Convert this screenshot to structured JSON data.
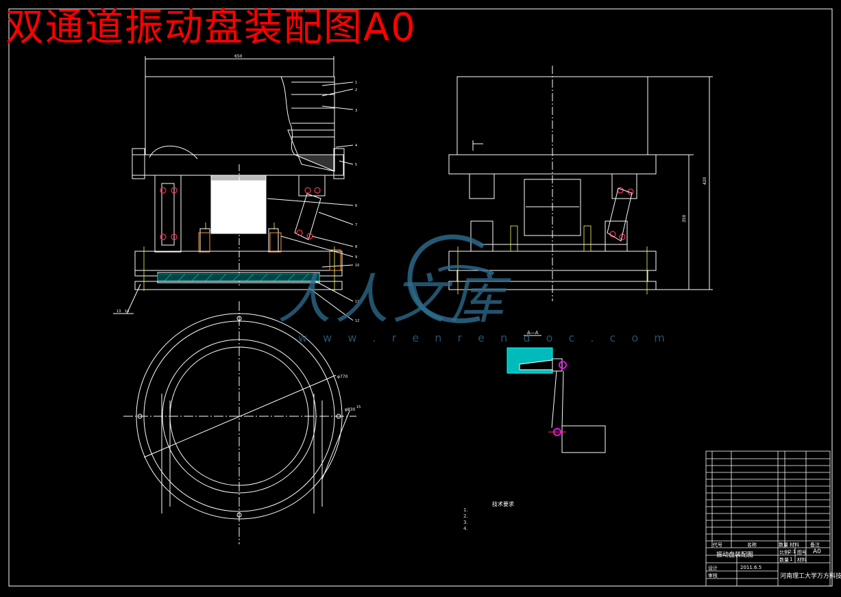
{
  "drawing": {
    "title": "双通道振动盘装配图A0",
    "watermark_cn": "人人文库",
    "watermark_url": "w w w . r e n r e n d o c . c o m",
    "colors": {
      "title": "#ff0000",
      "lines": "#ffffff",
      "dims": "#ffff66",
      "hatch_cyan": "#00cccc",
      "accent_magenta": "#ff00ff",
      "watermark": "#2f6f90"
    }
  },
  "views": {
    "front_dim_top": "650",
    "side_dim_height": "350",
    "side_dim_inner": "420",
    "section_label": "A—A",
    "circle_dims": [
      "φ770",
      "φ830"
    ]
  },
  "balloons": [
    "1",
    "2",
    "3",
    "4",
    "5",
    "6",
    "7",
    "8",
    "9",
    "10",
    "11",
    "12",
    "13",
    "14",
    "15"
  ],
  "tech_notes": {
    "heading": "技术要求",
    "lines": [
      "1.",
      "2.",
      "3.",
      "4."
    ]
  },
  "title_block": {
    "drawing_name": "振动盘装配图",
    "scale_label": "比例",
    "scale_value": "2:1",
    "sheet_label": "图号",
    "sheet_value": "A0",
    "qty_label": "数量",
    "qty_value": "1",
    "material_label": "材料",
    "drawn_label": "设计",
    "checked_label": "审核",
    "date": "2011.6.5",
    "school": "河南理工大学万方科技学院",
    "header_cols": [
      "代号",
      "名称",
      "数量",
      "材料",
      "备注"
    ]
  }
}
